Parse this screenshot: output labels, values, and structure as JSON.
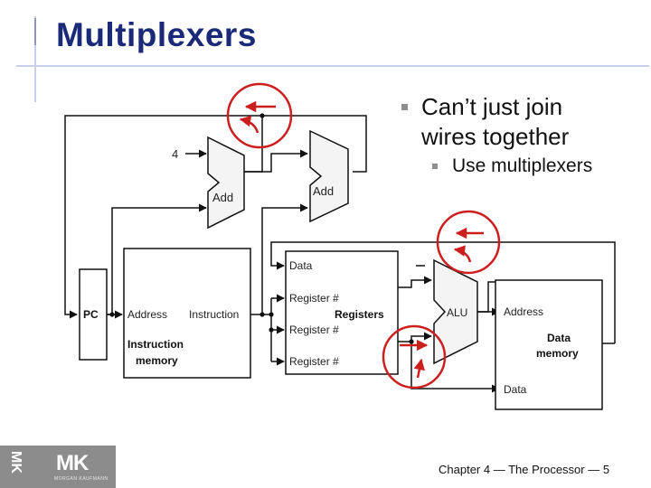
{
  "slide": {
    "title": "Multiplexers",
    "bullet_1": "Can’t just join wires together",
    "bullet_2": "Use multiplexers",
    "footer": "Chapter 4 — The Processor — 5"
  },
  "logo": {
    "side_text": "MK",
    "main_text": "MK",
    "sub_text": "MORGAN KAUFMANN"
  },
  "diagram": {
    "constant_four": "4",
    "adder_1_label": "Add",
    "adder_2_label": "Add",
    "pc_label": "PC",
    "imem_address": "Address",
    "imem_instruction": "Instruction",
    "imem_name_line1": "Instruction",
    "imem_name_line2": "memory",
    "reg_data": "Data",
    "reg_port_1": "Register #",
    "reg_port_2": "Register #",
    "reg_port_3": "Register #",
    "reg_name": "Registers",
    "alu_label": "ALU",
    "dmem_address": "Address",
    "dmem_name_line1": "Data",
    "dmem_name_line2": "memory",
    "dmem_data": "Data"
  },
  "colors": {
    "title": "#1a2a78",
    "highlight_circle": "#cc1f1f",
    "wire": "#111111",
    "box_fill": "#ffffff",
    "adder_fill": "#f4f4f4",
    "logo_bg": "#8c8c8c"
  }
}
